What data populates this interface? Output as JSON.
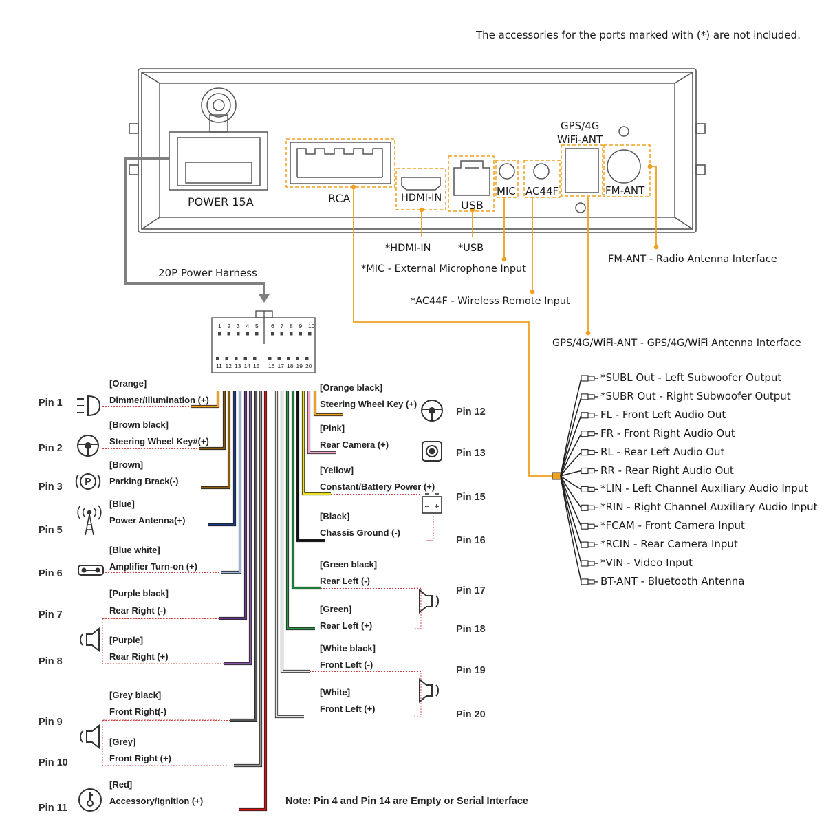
{
  "top_note": "The accessories for the ports marked with (*) are not included.",
  "ports": {
    "power": "POWER 15A",
    "rca": "RCA",
    "hdmi": "HDMI-IN",
    "usb": "USB",
    "mic": "MIC",
    "ac44f": "AC44F",
    "gps_line1": "GPS/4G",
    "gps_line2": "WiFi-ANT",
    "fm": "FM-ANT"
  },
  "callouts": {
    "hdmi": "*HDMI-IN",
    "usb": "*USB",
    "mic": "*MIC - External Microphone Input",
    "ac44f": "*AC44F - Wireless Remote Input",
    "fm": "FM-ANT - Radio Antenna Interface",
    "gps": "GPS/4G/WiFi-ANT - GPS/4G/WiFi Antenna Interface",
    "harness": "20P Power Harness"
  },
  "connector_numbers": {
    "top_left": [
      "1",
      "2",
      "3",
      "4",
      "5"
    ],
    "top_right": [
      "6",
      "7",
      "8",
      "9",
      "10"
    ],
    "bottom_left": [
      "11",
      "12",
      "13",
      "14",
      "15"
    ],
    "bottom_right": [
      "16",
      "17",
      "18",
      "19",
      "20"
    ]
  },
  "rca_outputs": [
    "*SUBL Out - Left Subwoofer Output",
    "*SUBR Out - Right Subwoofer Output",
    "FL - Front Left Audio Out",
    "FR -  Front Right Audio Out",
    "RL - Rear Left Audio Out",
    "RR - Rear Right Audio Out",
    "*LIN - Left Channel Auxiliary Audio Input",
    "*RIN - Right Channel Auxiliary Audio Input",
    "*FCAM - Front Camera Input",
    "*RCIN - Rear Camera Input",
    "*VIN - Video Input",
    "BT-ANT - Bluetooth Antenna"
  ],
  "left_pins": [
    {
      "pin": "Pin 1",
      "color_name": "[Orange]",
      "function": "Dimmer/Illumination (+)",
      "wire": "#f0a020",
      "icon": "light-icon"
    },
    {
      "pin": "Pin 2",
      "color_name": "[Brown black]",
      "function": "Steering Wheel Key#(+)",
      "wire": "#8a5a10",
      "icon": "steering-wheel-icon"
    },
    {
      "pin": "Pin 3",
      "color_name": "[Brown]",
      "function": "Parking Brack(-)",
      "wire": "#8a5a10",
      "icon": "parking-brake-icon"
    },
    {
      "pin": "Pin 5",
      "color_name": "[Blue]",
      "function": "Power Antenna(+)",
      "wire": "#1a3a8a",
      "icon": "antenna-icon"
    },
    {
      "pin": "Pin 6",
      "color_name": "[Blue white]",
      "function": "Amplifier Turn-on (+)",
      "wire": "#9ab4d8",
      "icon": "amplifier-icon"
    },
    {
      "pin": "Pin 7",
      "color_name": "[Purple black]",
      "function": "Rear Right (-)",
      "wire": "#6a3a8a",
      "icon": ""
    },
    {
      "pin": "Pin 8",
      "color_name": "[Purple]",
      "function": "Rear Right (+)",
      "wire": "#8a5aaa",
      "icon": "speaker-icon"
    },
    {
      "pin": "Pin 9",
      "color_name": "[Grey black]",
      "function": "Front Right(-)",
      "wire": "#555555",
      "icon": ""
    },
    {
      "pin": "Pin 10",
      "color_name": "[Grey]",
      "function": "Front Right (+)",
      "wire": "#999999",
      "icon": "speaker-icon"
    },
    {
      "pin": "Pin 11",
      "color_name": "[Red]",
      "function": "Accessory/Ignition (+)",
      "wire": "#dd1111",
      "icon": "ignition-key-icon"
    }
  ],
  "right_pins": [
    {
      "pin": "Pin 12",
      "color_name": "[Orange black]",
      "function": "Steering Wheel Key (+)",
      "wire": "#f0a020",
      "icon": "steering-wheel-icon"
    },
    {
      "pin": "Pin 13",
      "color_name": "[Pink]",
      "function": "Rear Camera (+)",
      "wire": "#f0a8c8",
      "icon": "camera-icon"
    },
    {
      "pin": "Pin 15",
      "color_name": "[Yellow]",
      "function": "Constant/Battery Power (+)",
      "wire": "#e8e020",
      "icon": "battery-icon"
    },
    {
      "pin": "Pin 16",
      "color_name": "[Black]",
      "function": "Chassis Ground (-)",
      "wire": "#111111",
      "icon": ""
    },
    {
      "pin": "Pin 17",
      "color_name": "[Green black]",
      "function": "Rear Left (-)",
      "wire": "#1a7a3a",
      "icon": "speaker-icon"
    },
    {
      "pin": "Pin 18",
      "color_name": "[Green]",
      "function": "Rear Left (+)",
      "wire": "#2a9a4a",
      "icon": ""
    },
    {
      "pin": "Pin 19",
      "color_name": "[White black]",
      "function": "Front Left (-)",
      "wire": "#e0e0e0",
      "icon": "speaker-icon"
    },
    {
      "pin": "Pin 20",
      "color_name": "[White]",
      "function": "Front Left (+)",
      "wire": "#e0e0e0",
      "icon": ""
    }
  ],
  "bottom_note": "Note: Pin 4 and Pin 14 are Empty or Serial Interface",
  "colors": {
    "callout_orange": "#f0a020",
    "dashed_red": "#d04040",
    "outline": "#555555",
    "harness_arrow": "#808080"
  }
}
